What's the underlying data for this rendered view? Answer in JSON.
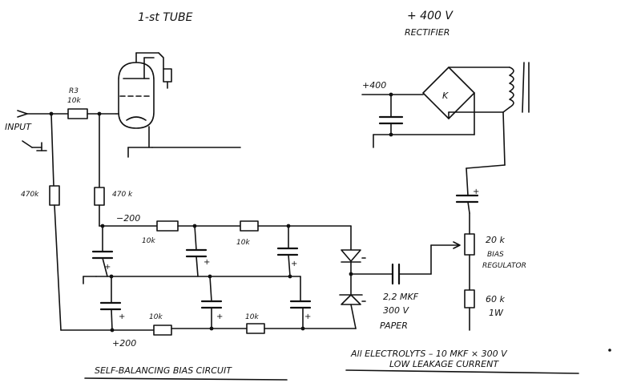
{
  "labels": {
    "tube_title": "1-st TUBE",
    "rectifier_voltage": "+ 400 V",
    "rectifier_title": "RECTIFIER",
    "rectifier_input": "+400",
    "input": "INPUT",
    "r3_name": "R3",
    "r3_value": "10k",
    "r_left": "470k",
    "r_grid": "470 k",
    "bias_voltage": "−200",
    "r_chain_1": "10k",
    "r_chain_2": "10k",
    "r_bottom_1": "10k",
    "r_bottom_2": "10k",
    "bottom_voltage": "+200",
    "pot_value": "20 k",
    "pot_label_1": "BIAS",
    "pot_label_2": "REGULATOR",
    "r_load_value": "60 k",
    "r_load_power": "1W",
    "cap_value": "2,2 MKF",
    "cap_voltage": "300 V",
    "cap_type": "PAPER",
    "note_line_1": "All  ELECTROLYTS  –  10 MKF × 300 V",
    "note_line_2": "LOW  LEAKAGE  CURRENT",
    "footer_title": "SELF-BALANCING  BIAS  CIRCUIT",
    "bridge_symbol": "K",
    "plus_sign": "+"
  }
}
